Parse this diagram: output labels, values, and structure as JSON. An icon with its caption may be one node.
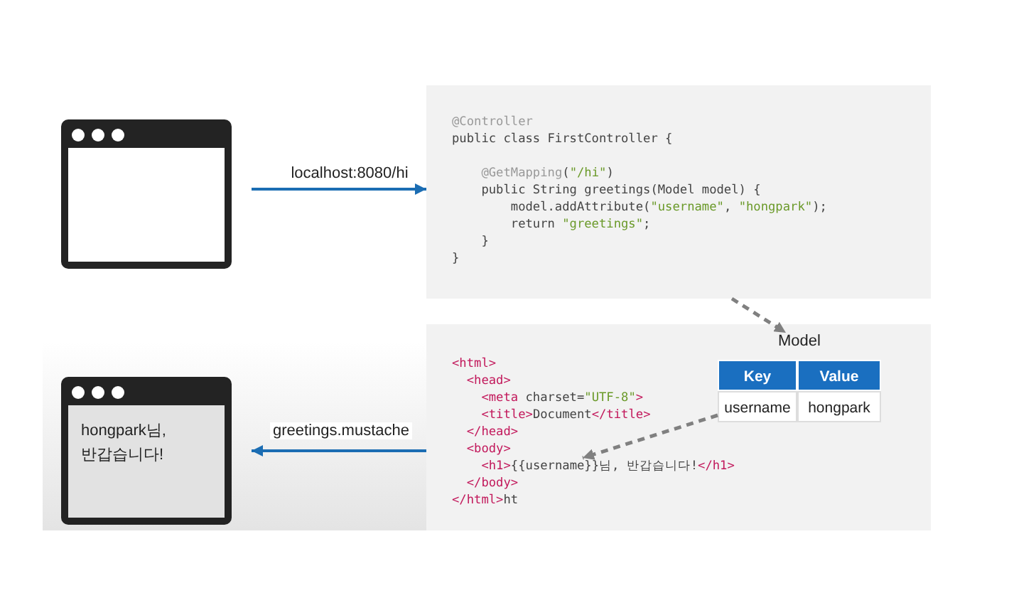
{
  "diagram": {
    "nodes": [
      {
        "text": [],
        "shape": "box"
      },
      {
        "text": [
          "@Controller",
          "public class FirstController {",
          "    @GetMapping(\"/hi\")",
          "    public String greetings(Model model) {",
          "        model.addAttribute(\"username\", \"hongpark\");",
          "        return \"greetings\";",
          "    }",
          "}"
        ]
      },
      {
        "text": [
          "<html>",
          "  <head>",
          "    <meta charset=\"UTF-8\">",
          "    <title>Document</title>",
          "  </head>",
          "  <body>",
          "    <h1>{{username}}님, 반갑습니다!</h1>",
          "  </body>",
          "</html>ht"
        ]
      },
      {
        "text": [
          "Model",
          "Key",
          "Value",
          "username",
          "hongpark"
        ],
        "in": 2
      },
      {
        "text": [
          "hongpark님, 반갑습니다!"
        ]
      }
    ],
    "edges": [
      {
        "from": 0,
        "to": 1,
        "arrow": "to",
        "label": "localhost:8080/hi"
      },
      {
        "from": 1,
        "to": 3,
        "arrow": "to",
        "style": "dashed",
        "color": "#808080"
      },
      {
        "from": 3,
        "to": null,
        "arrow": "to",
        "style": "dashed",
        "color": "#808080"
      },
      {
        "from": 2,
        "to": 4,
        "arrow": "to",
        "label": "greetings.mustache"
      }
    ]
  }
}
